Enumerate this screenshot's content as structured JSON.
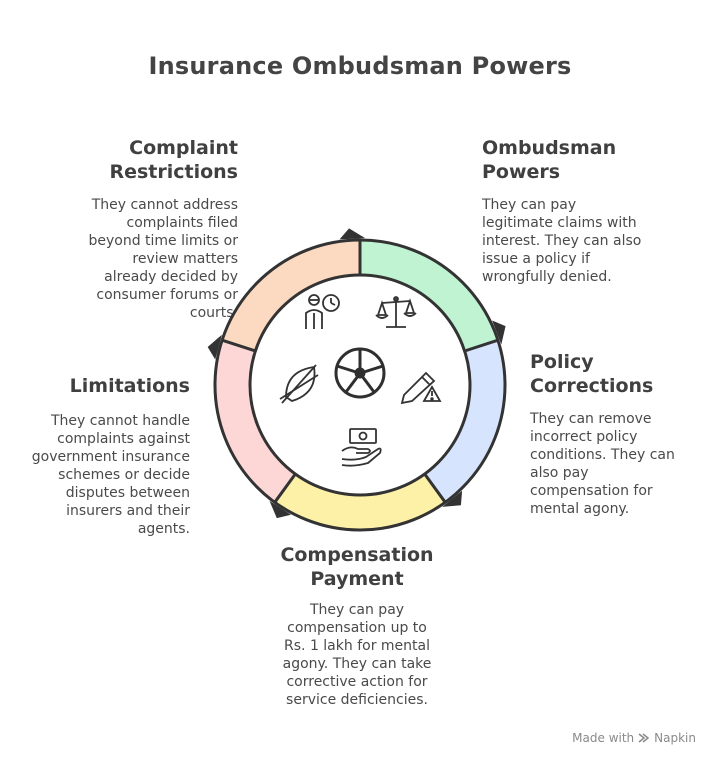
{
  "title": "Insurance Ombudsman Powers",
  "sections": {
    "complaint_restrictions": {
      "heading_line1": "Complaint",
      "heading_line2": "Restrictions",
      "description": [
        "They cannot address",
        "complaints filed",
        "beyond time limits or",
        "review matters",
        "already decided by",
        "consumer forums or",
        "courts."
      ],
      "color": "#fcd9c1"
    },
    "ombudsman_powers": {
      "heading_line1": "Ombudsman",
      "heading_line2": "Powers",
      "description": [
        "They can pay",
        "legitimate claims with",
        "interest. They can also",
        "issue a policy if",
        "wrongfully denied."
      ],
      "color": "#bff3d2"
    },
    "policy_corrections": {
      "heading_line1": "Policy",
      "heading_line2": "Corrections",
      "description": [
        "They can remove",
        "incorrect policy",
        "conditions. They can",
        "also pay",
        "compensation for",
        "mental agony."
      ],
      "color": "#d6e4fd"
    },
    "compensation_payment": {
      "heading_line1": "Compensation",
      "heading_line2": "Payment",
      "description": [
        "They can pay",
        "compensation up to",
        "Rs. 1 lakh for mental",
        "agony. They can take",
        "corrective action for",
        "service deficiencies."
      ],
      "color": "#fdf1a8"
    },
    "limitations": {
      "heading_line1": "Limitations",
      "description": [
        "They cannot handle",
        "complaints against",
        "government insurance",
        "schemes or decide",
        "disputes between",
        "insurers and their",
        "agents."
      ],
      "color": "#fdd6d6"
    }
  },
  "icons": {
    "center": "dharma-wheel-icon",
    "complaint_restrictions": "person-clock-icon",
    "ombudsman_powers": "balance-scale-icon",
    "policy_corrections": "pencil-warning-icon",
    "compensation_payment": "hand-money-icon",
    "limitations": "crossed-leaf-icon"
  },
  "footer": {
    "made_with": "Made with",
    "brand": "Napkin"
  }
}
